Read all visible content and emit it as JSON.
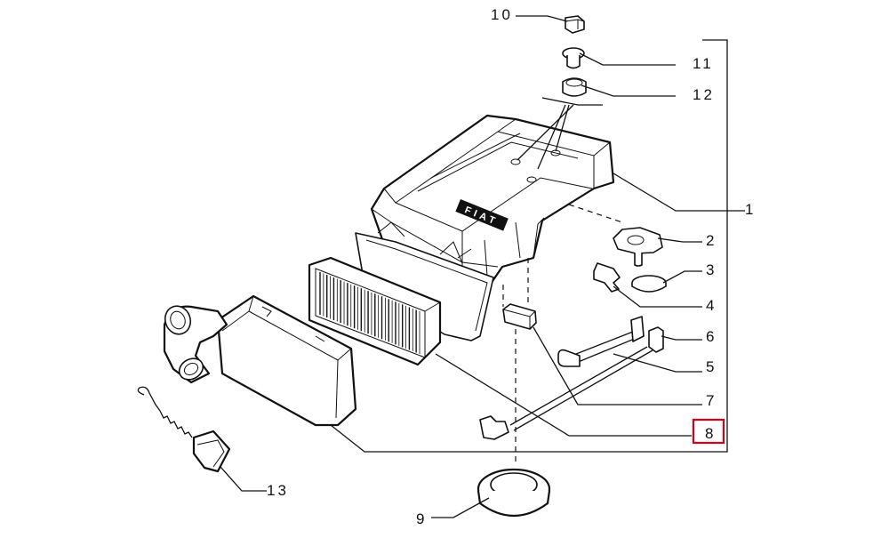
{
  "diagram": {
    "logo_text": "FIAT",
    "highlight_color": "#d0021b",
    "callouts": [
      {
        "id": "10",
        "label": "10"
      },
      {
        "id": "11",
        "label": "11"
      },
      {
        "id": "12",
        "label": "12"
      },
      {
        "id": "1",
        "label": "1"
      },
      {
        "id": "2",
        "label": "2"
      },
      {
        "id": "3",
        "label": "3"
      },
      {
        "id": "4",
        "label": "4"
      },
      {
        "id": "6",
        "label": "6"
      },
      {
        "id": "5",
        "label": "5"
      },
      {
        "id": "7",
        "label": "7"
      },
      {
        "id": "8",
        "label": "8",
        "highlighted": true
      },
      {
        "id": "13",
        "label": "13"
      },
      {
        "id": "9",
        "label": "9"
      }
    ]
  }
}
